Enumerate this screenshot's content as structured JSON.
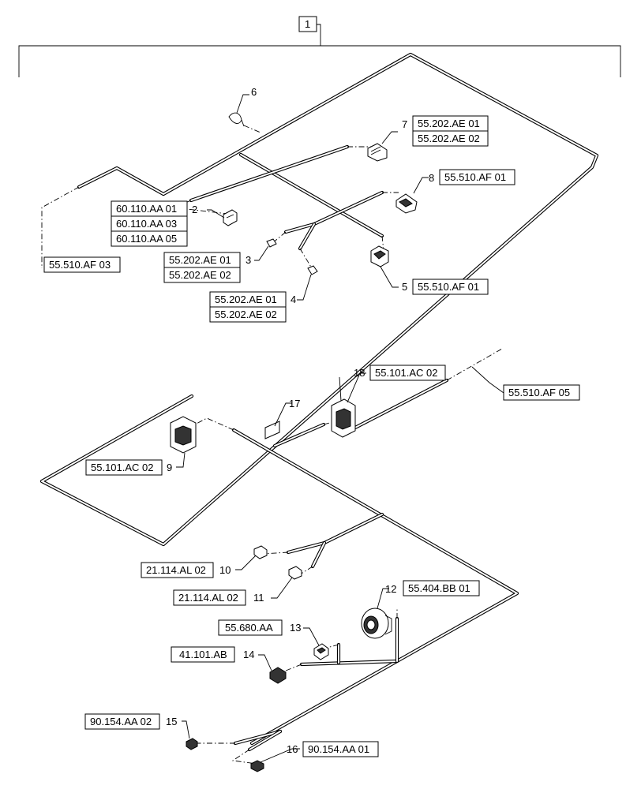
{
  "assembly_item": "1",
  "items": [
    {
      "id": "6",
      "num": "6",
      "refs": []
    },
    {
      "id": "7",
      "num": "7",
      "refs": [
        "55.202.AE 01",
        "55.202.AE 02"
      ]
    },
    {
      "id": "8",
      "num": "8",
      "refs": [
        "55.510.AF 01"
      ]
    },
    {
      "id": "2",
      "num": "2",
      "refs": [
        "60.110.AA 01",
        "60.110.AA 03",
        "60.110.AA 05"
      ]
    },
    {
      "id": "3",
      "num": "3",
      "refs": [
        "55.202.AE 01",
        "55.202.AE 02"
      ]
    },
    {
      "id": "4",
      "num": "4",
      "refs": [
        "55.202.AE 01",
        "55.202.AE 02"
      ]
    },
    {
      "id": "5",
      "num": "5",
      "refs": [
        "55.510.AF 01"
      ]
    },
    {
      "id": "18",
      "num": "18",
      "refs": [
        "55.101.AC 02"
      ]
    },
    {
      "id": "17",
      "num": "17",
      "refs": []
    },
    {
      "id": "9",
      "num": "9",
      "refs": [
        "55.101.AC 02"
      ]
    },
    {
      "id": "10",
      "num": "10",
      "refs": [
        "21.114.AL 02"
      ]
    },
    {
      "id": "11",
      "num": "11",
      "refs": [
        "21.114.AL 02"
      ]
    },
    {
      "id": "12",
      "num": "12",
      "refs": [
        "55.404.BB 01"
      ]
    },
    {
      "id": "13",
      "num": "13",
      "refs": [
        "55.680.AA"
      ]
    },
    {
      "id": "14",
      "num": "14",
      "refs": [
        "41.101.AB"
      ]
    },
    {
      "id": "15",
      "num": "15",
      "refs": [
        "90.154.AA 02"
      ]
    },
    {
      "id": "16",
      "num": "16",
      "refs": [
        "90.154.AA 01"
      ]
    }
  ],
  "branch_refs": {
    "left_branch": "55.510.AF 03",
    "right_branch": "55.510.AF 05"
  }
}
